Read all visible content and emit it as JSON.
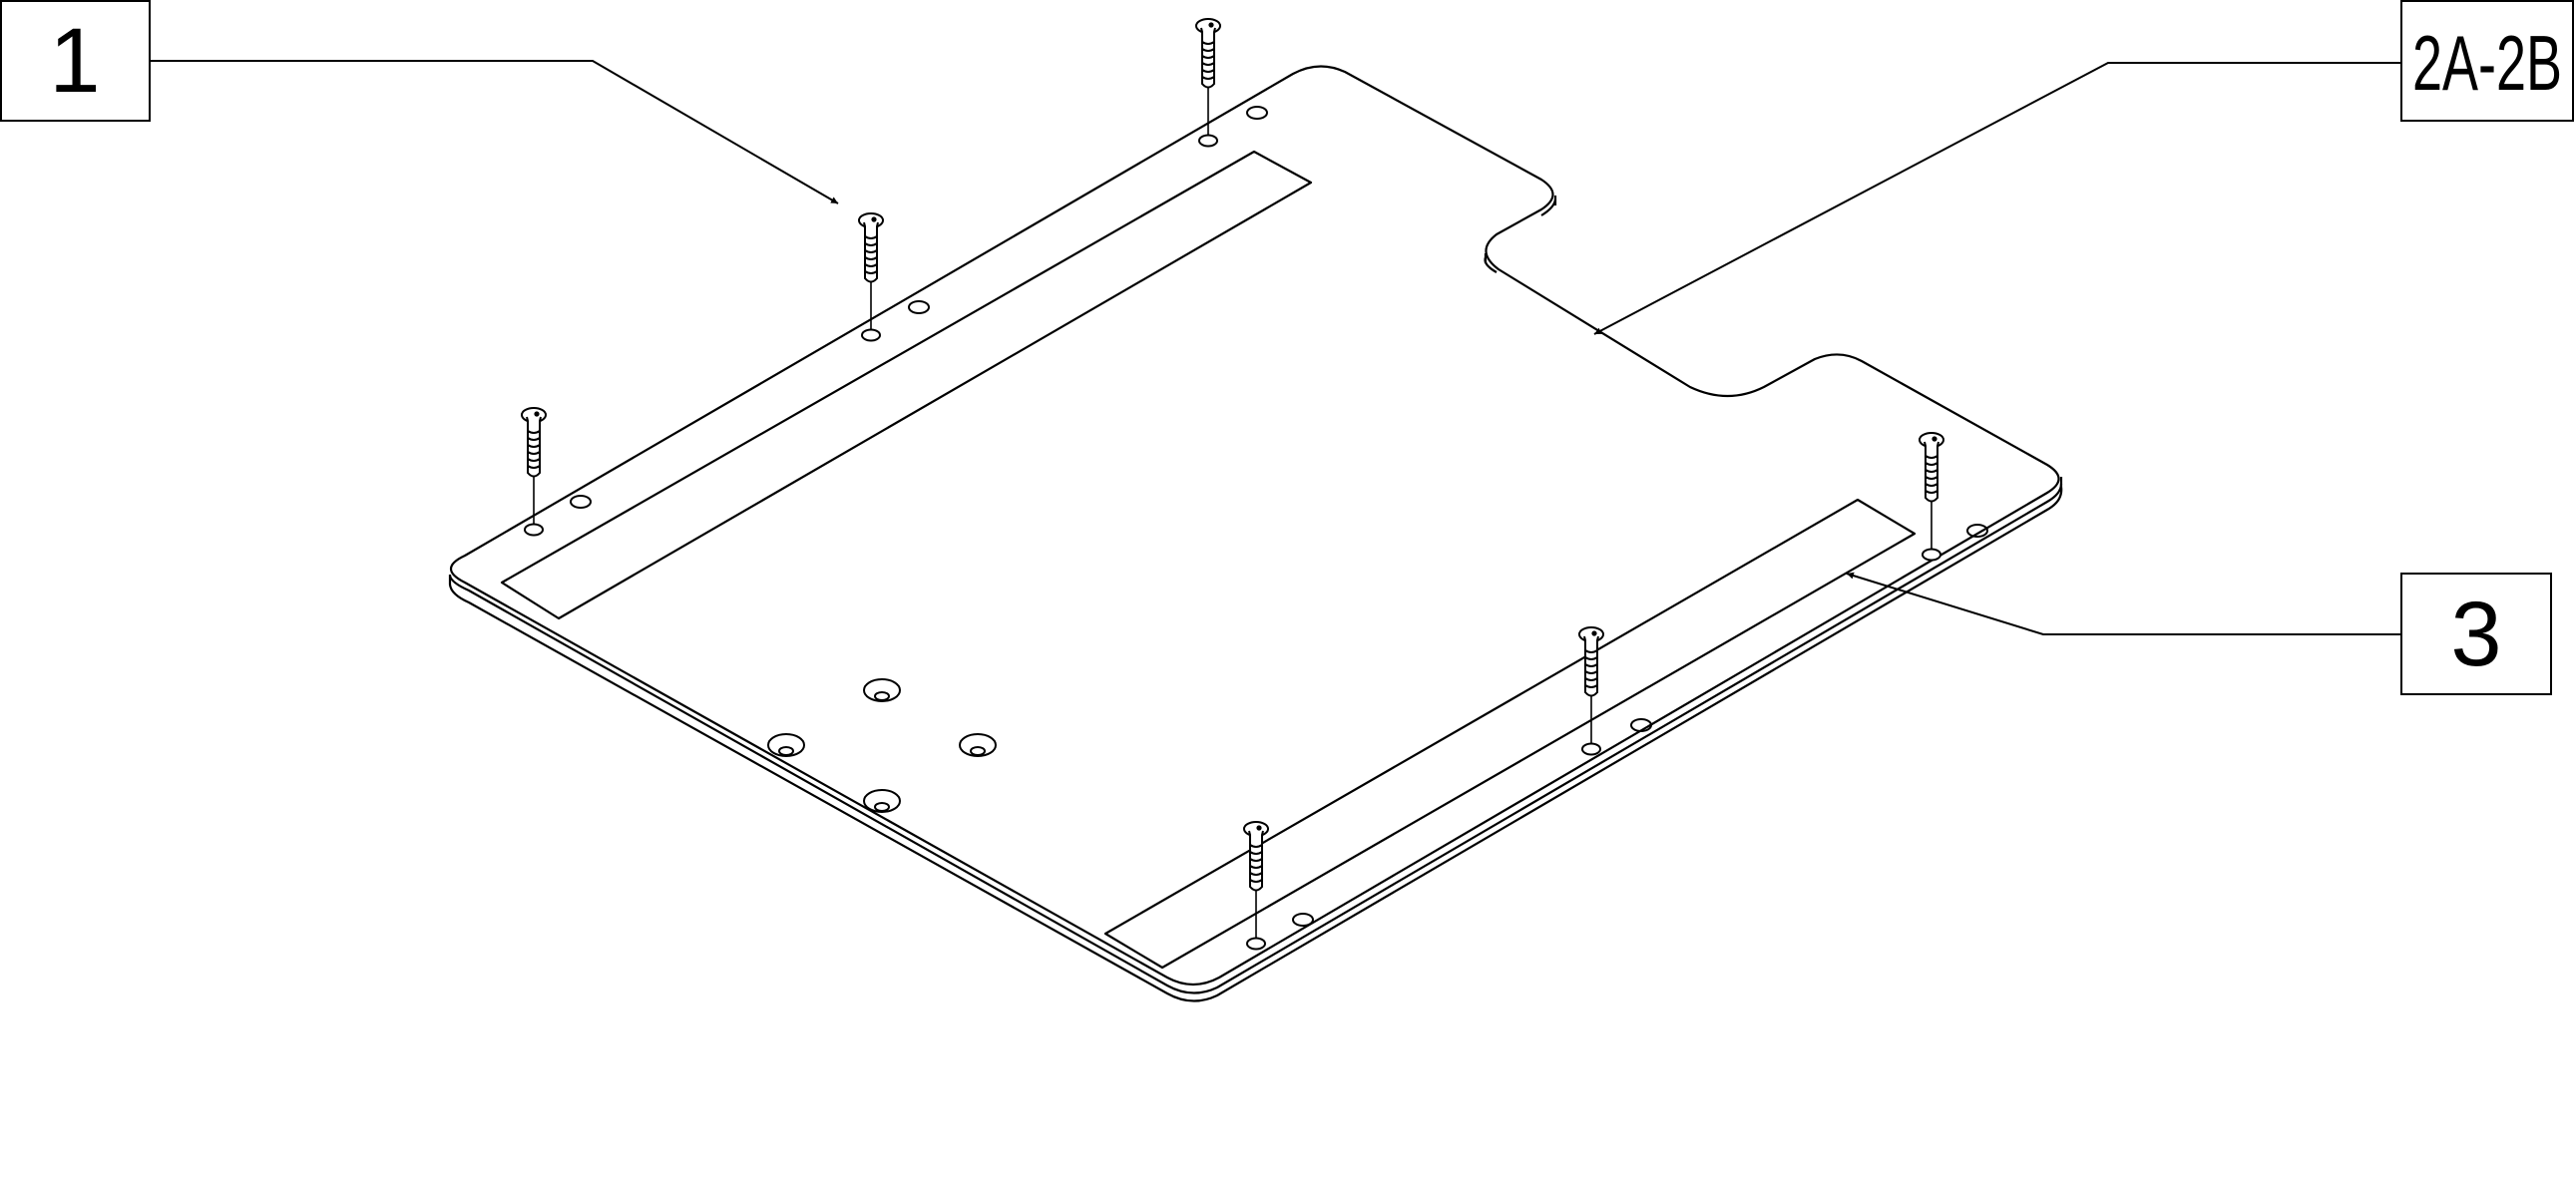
{
  "callouts": {
    "part1": "1",
    "part2": "2A-2B",
    "part3": "3"
  },
  "colors": {
    "line": "#000000",
    "background": "#ffffff"
  },
  "screws": {
    "count": 6
  }
}
